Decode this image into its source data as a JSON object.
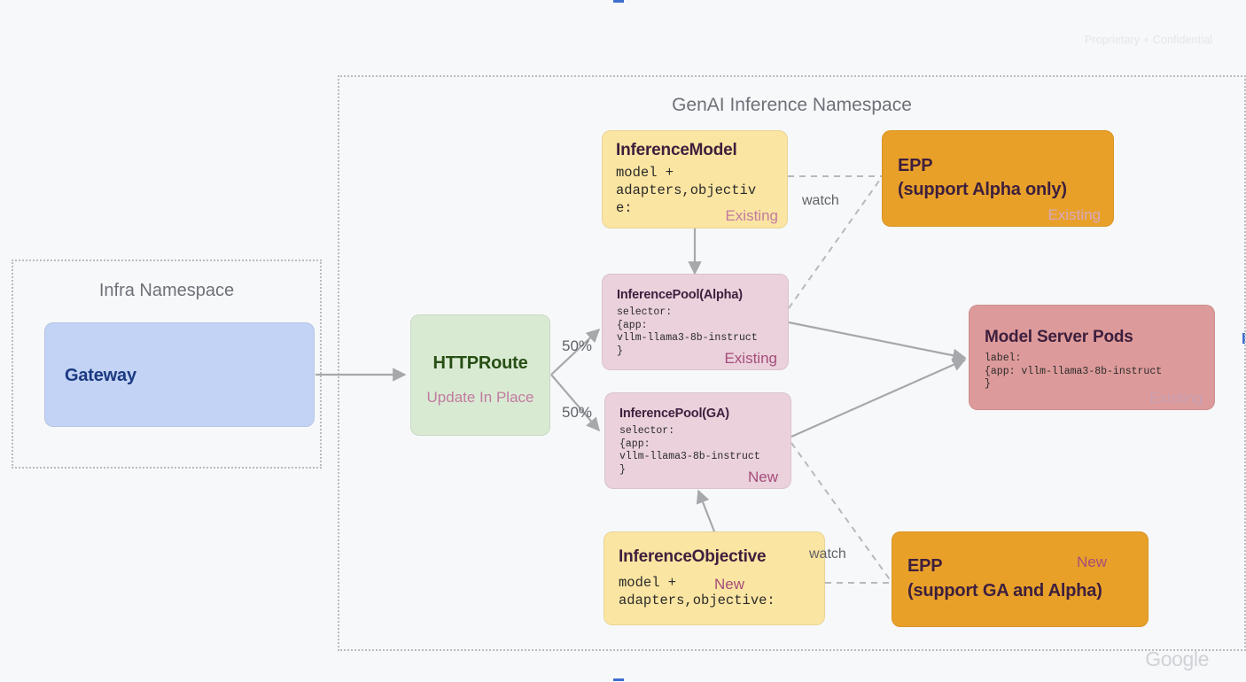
{
  "page": {
    "confidential_note": "Proprietary + Confidential",
    "brand": "Google"
  },
  "namespaces": [
    {
      "id": "infra",
      "title": "Infra Namespace"
    },
    {
      "id": "genai",
      "title": "GenAI Inference Namespace"
    }
  ],
  "nodes": {
    "gateway": {
      "title": "Gateway",
      "bg": "#c3d3f5",
      "fg": "#1b3a82"
    },
    "httproute": {
      "title": "HTTPRoute",
      "tag": "Update In Place",
      "bg": "#d9ead3",
      "fg": "#274e13",
      "tag_color": "#c27ba0"
    },
    "inference_model": {
      "title": "InferenceModel",
      "body": "model +\nadapters,objectiv\ne:",
      "tag": "Existing",
      "bg": "#fbe5a2",
      "fg": "#3d1f3d",
      "tag_color": "#c27ba0"
    },
    "inference_pool_alpha": {
      "title": "InferencePool(Alpha)",
      "body": "selector:\n{app:\nvllm-llama3-8b-instruct\n}",
      "tag": "Existing",
      "bg": "#ead1dc",
      "fg": "#3d1f3d",
      "tag_color": "#a64d79"
    },
    "inference_pool_ga": {
      "title": "InferencePool(GA)",
      "body": "selector:\n{app:\nvllm-llama3-8b-instruct\n}",
      "tag": "New",
      "bg": "#ead1dc",
      "fg": "#3d1f3d",
      "tag_color": "#a64d79"
    },
    "inference_objective": {
      "title": "InferenceObjective",
      "body": "model +\nadapters,objective:",
      "tag": "New",
      "bg": "#fbe5a2",
      "fg": "#3d1f3d",
      "tag_color": "#a64d79"
    },
    "epp_alpha": {
      "title_line1": "EPP",
      "title_line2": "(support Alpha only)",
      "tag": "Existing",
      "bg": "#e8a029",
      "fg": "#3d1f3d",
      "tag_color": "#d7a9c0"
    },
    "epp_ga": {
      "title_line1": "EPP",
      "title_line2": "(support GA and Alpha)",
      "tag": "New",
      "bg": "#e8a029",
      "fg": "#3d1f3d",
      "tag_color": "#a64d79"
    },
    "model_server_pods": {
      "title": "Model Server Pods",
      "body": "label:\n{app: vllm-llama3-8b-instruct\n}",
      "tag": "Existing",
      "bg": "#dd9a9a",
      "fg": "#3d1f3d",
      "tag_color": "#c9a2b5"
    }
  },
  "edges": {
    "split_top_label": "50%",
    "split_bottom_label": "50%",
    "watch_top_label": "watch",
    "watch_bottom_label": "watch"
  }
}
